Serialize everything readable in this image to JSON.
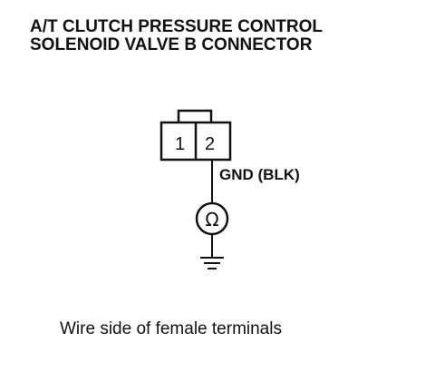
{
  "title": {
    "line1": "A/T CLUTCH PRESSURE CONTROL",
    "line2": "SOLENOID VALVE B CONNECTOR"
  },
  "connector": {
    "pins": [
      "1",
      "2"
    ]
  },
  "wire_label": "GND (BLK)",
  "meter_symbol": "Ω",
  "caption": "Wire side of female terminals",
  "icons": [
    "ohmmeter-icon",
    "ground-icon"
  ]
}
